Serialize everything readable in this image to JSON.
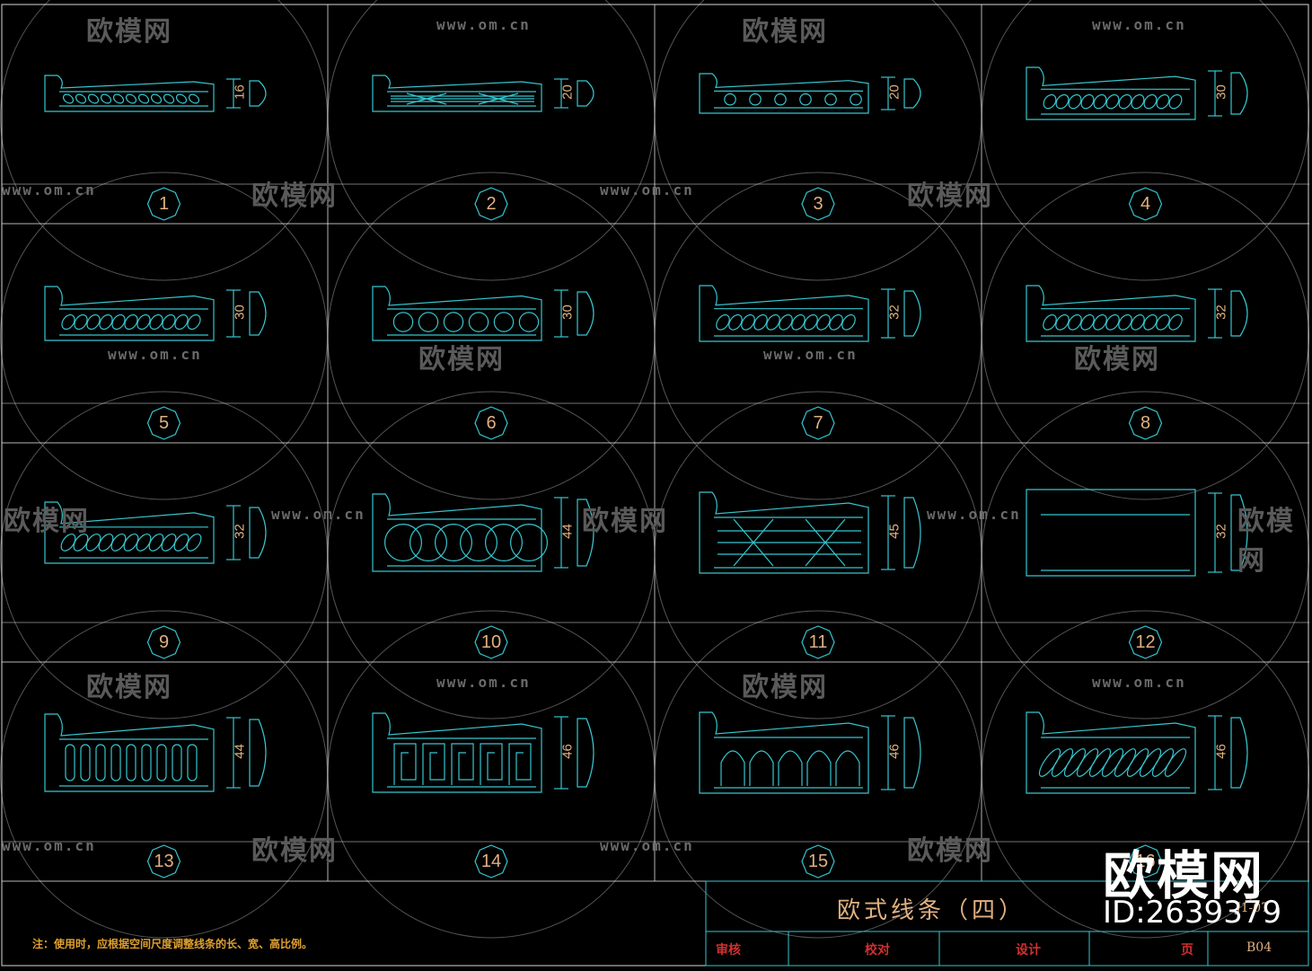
{
  "drawing": {
    "title": "欧式线条（四）",
    "note": "注：使用时，应根据空间尺度调整线条的长、宽、高比例。",
    "labels": {
      "review": "审核",
      "check": "校对",
      "design": "设计",
      "page": "页"
    },
    "page_no": "B04",
    "code": "J1-07"
  },
  "watermark": {
    "url": "www.om.cn",
    "logo": "欧模网",
    "big_logo": "欧模网",
    "id": "ID:2639379"
  },
  "panels": [
    {
      "number": "1",
      "dimension": "16",
      "pattern": "rope"
    },
    {
      "number": "2",
      "dimension": "20",
      "pattern": "cross"
    },
    {
      "number": "3",
      "dimension": "20",
      "pattern": "beads"
    },
    {
      "number": "4",
      "dimension": "30",
      "pattern": "rope"
    },
    {
      "number": "5",
      "dimension": "30",
      "pattern": "leaf"
    },
    {
      "number": "6",
      "dimension": "30",
      "pattern": "octagon"
    },
    {
      "number": "7",
      "dimension": "32",
      "pattern": "scroll"
    },
    {
      "number": "8",
      "dimension": "32",
      "pattern": "grape"
    },
    {
      "number": "9",
      "dimension": "32",
      "pattern": "leaf"
    },
    {
      "number": "10",
      "dimension": "44",
      "pattern": "octagon"
    },
    {
      "number": "11",
      "dimension": "45",
      "pattern": "cross"
    },
    {
      "number": "12",
      "dimension": "32",
      "pattern": "plain"
    },
    {
      "number": "13",
      "dimension": "44",
      "pattern": "flutes"
    },
    {
      "number": "14",
      "dimension": "46",
      "pattern": "fret"
    },
    {
      "number": "15",
      "dimension": "46",
      "pattern": "arches"
    },
    {
      "number": "16",
      "dimension": "46",
      "pattern": "grape"
    }
  ],
  "colors": {
    "line": "#36c6cf",
    "grid": "#ffffff",
    "text": "#e0b080",
    "circle": "#9a9a9a"
  }
}
